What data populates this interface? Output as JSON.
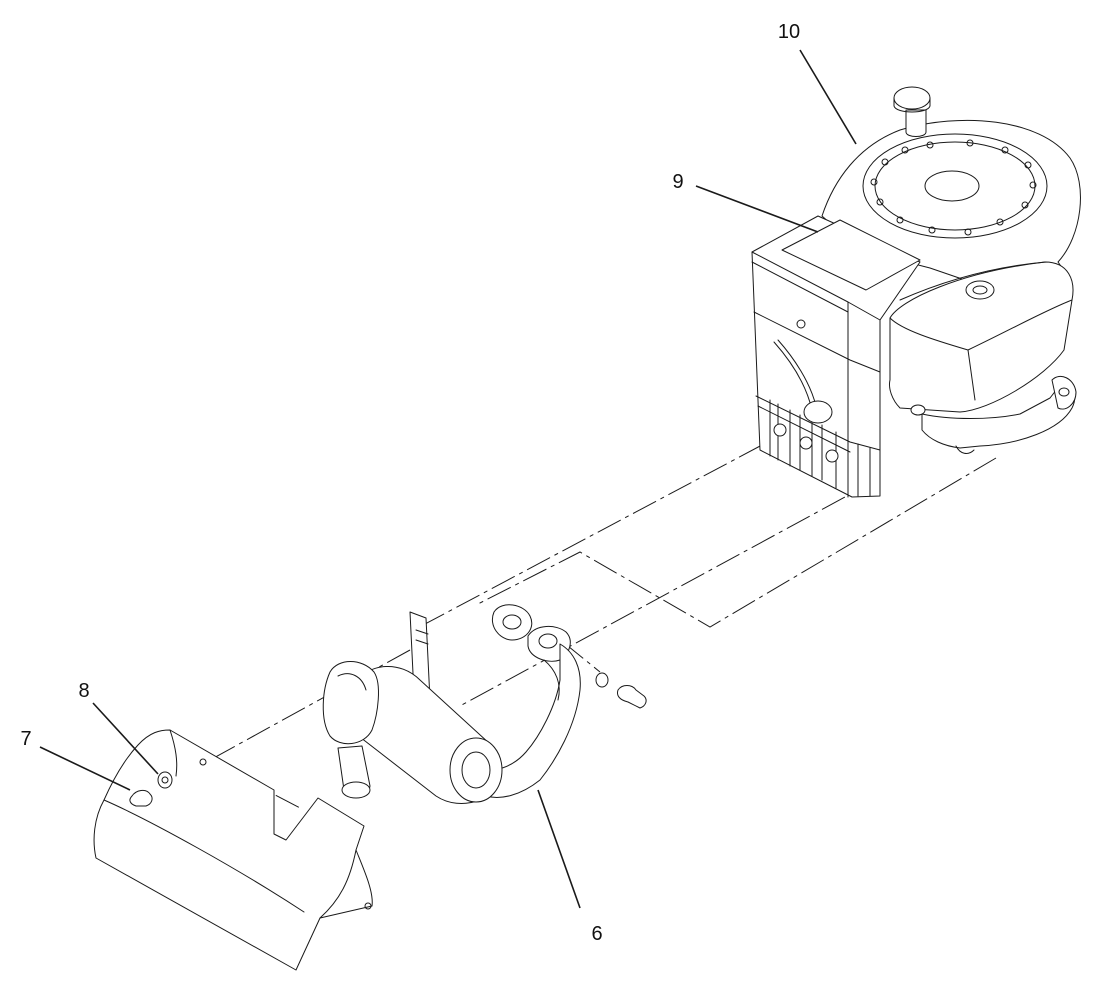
{
  "callouts": {
    "c6": "6",
    "c7": "7",
    "c8": "8",
    "c9": "9",
    "c10": "10"
  },
  "colors": {
    "line": "#1a1a1a",
    "background": "#ffffff"
  }
}
